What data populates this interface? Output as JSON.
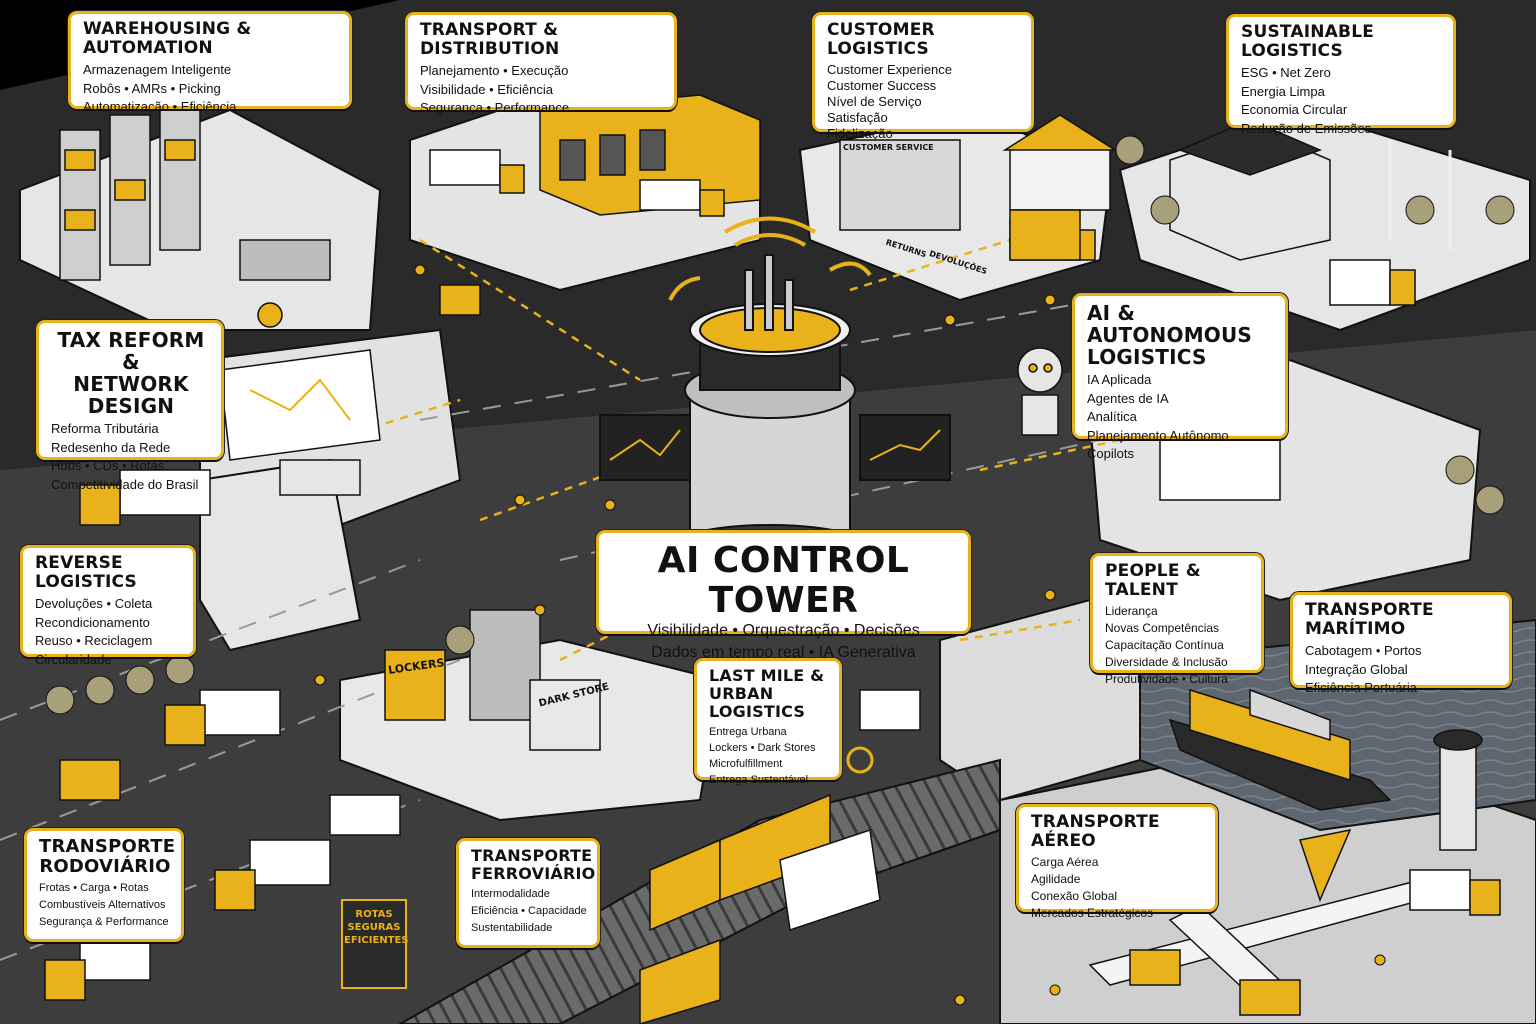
{
  "colors": {
    "accent": "#e9b21a",
    "background": "#000000",
    "road": "#5b5b5b",
    "platform": "#e6e6e6"
  },
  "cards": {
    "warehousing": {
      "title": "WAREHOUSING & AUTOMATION",
      "lines": [
        "Armazenagem Inteligente",
        "Robôs • AMRs • Picking",
        "Automatização • Eficiência"
      ]
    },
    "transport_distribution": {
      "title": "TRANSPORT & DISTRIBUTION",
      "lines": [
        "Planejamento • Execução",
        "Visibilidade • Eficiência",
        "Segurança • Performance"
      ]
    },
    "customer_logistics": {
      "title": "CUSTOMER LOGISTICS",
      "lines": [
        "Customer Experience",
        "Customer Success",
        "Nível de Serviço",
        "Satisfação",
        "Fidelização"
      ]
    },
    "sustainable": {
      "title": "SUSTAINABLE LOGISTICS",
      "lines": [
        "ESG • Net Zero",
        "Energia Limpa",
        "Economia Circular",
        "Redução de Emissões"
      ]
    },
    "tax_reform": {
      "title_line1": "TAX REFORM &",
      "title_line2": "NETWORK DESIGN",
      "lines": [
        "Reforma Tributária",
        "Redesenho da Rede",
        "Hubs • CDs • Rotas",
        "Competitividade do Brasil"
      ]
    },
    "ai_autonomous": {
      "title_line1": "AI & AUTONOMOUS",
      "title_line2": "LOGISTICS",
      "lines": [
        "IA Aplicada",
        "Agentes de IA",
        "Analítica",
        "Planejamento Autônomo",
        "Copilots"
      ]
    },
    "reverse": {
      "title": "REVERSE LOGISTICS",
      "lines": [
        "Devoluções • Coleta",
        "Recondicionamento",
        "Reuso • Reciclagem",
        "Circularidade"
      ]
    },
    "control_tower": {
      "title": "AI CONTROL TOWER",
      "lines": [
        "Visibilidade • Orquestração • Decisões",
        "Dados em tempo real • IA Generativa"
      ]
    },
    "people": {
      "title": "PEOPLE & TALENT",
      "lines": [
        "Liderança",
        "Novas Competências",
        "Capacitação Contínua",
        "Diversidade & Inclusão",
        "Produtividade • Cultura"
      ]
    },
    "maritimo": {
      "title": "TRANSPORTE MARÍTIMO",
      "lines": [
        "Cabotagem • Portos",
        "Integração Global",
        "Eficiência Portuária"
      ]
    },
    "last_mile": {
      "title_line1": "LAST MILE &",
      "title_line2": "URBAN LOGISTICS",
      "lines": [
        "Entrega Urbana",
        "Lockers • Dark Stores",
        "Microfulfillment",
        "Entrega Sustentável"
      ]
    },
    "aereo": {
      "title": "TRANSPORTE AÉREO",
      "lines": [
        "Carga Aérea",
        "Agilidade",
        "Conexão Global",
        "Mercados Estratégicos"
      ]
    },
    "rodoviario": {
      "title_line1": "TRANSPORTE",
      "title_line2": "RODOVIÁRIO",
      "lines": [
        "Frotas • Carga • Rotas",
        "Combustíveis Alternativos",
        "Segurança & Performance"
      ]
    },
    "ferroviario": {
      "title_line1": "TRANSPORTE",
      "title_line2": "FERROVIÁRIO",
      "lines": [
        "Intermodalidade",
        "Eficiência • Capacidade",
        "Sustentabilidade"
      ]
    }
  },
  "scene_labels": {
    "customer_service": "CUSTOMER SERVICE",
    "returns": "RETURNS",
    "devolucoes": "DEVOLUÇÕES",
    "lockers": "LOCKERS",
    "dark_store": "DARK STORE",
    "road_sign": [
      "ROTAS",
      "SEGURAS",
      "EFICIENTES"
    ]
  }
}
